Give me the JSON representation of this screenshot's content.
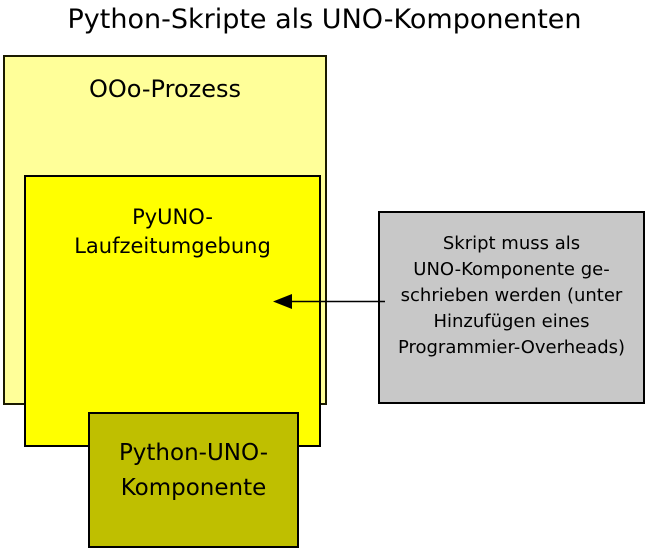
{
  "title": "Python-Skripte als UNO-Komponenten",
  "diagram": {
    "type": "nested-block-diagram",
    "boxes": {
      "process": {
        "label": "OOo-Prozess",
        "fill": "#ffff99",
        "border": "#1a1a00"
      },
      "runtime": {
        "label": "PyUNO-\nLaufzeitumgebung",
        "line1": "PyUNO-",
        "line2": "Laufzeitumgebung",
        "fill": "#ffff00",
        "border": "#000000"
      },
      "component": {
        "label": "Python-UNO-\nKomponente",
        "line1": "Python-UNO-",
        "line2": "Komponente",
        "fill": "#bfbf00",
        "border": "#000000"
      },
      "note": {
        "label": "Skript muss als\nUNO-Komponente ge-\nschrieben werden (unter\nHinzufügen eines\nProgrammier-Overheads)",
        "lines": [
          "Skript muss als",
          "UNO-Komponente ge-",
          "schrieben werden (unter",
          "Hinzufügen eines",
          "Programmier-Overheads)"
        ],
        "fill": "#c8c8c8",
        "border": "#000000"
      }
    },
    "connector": {
      "from": "note",
      "to": "component",
      "direction": "left",
      "stroke": "#000000"
    }
  }
}
